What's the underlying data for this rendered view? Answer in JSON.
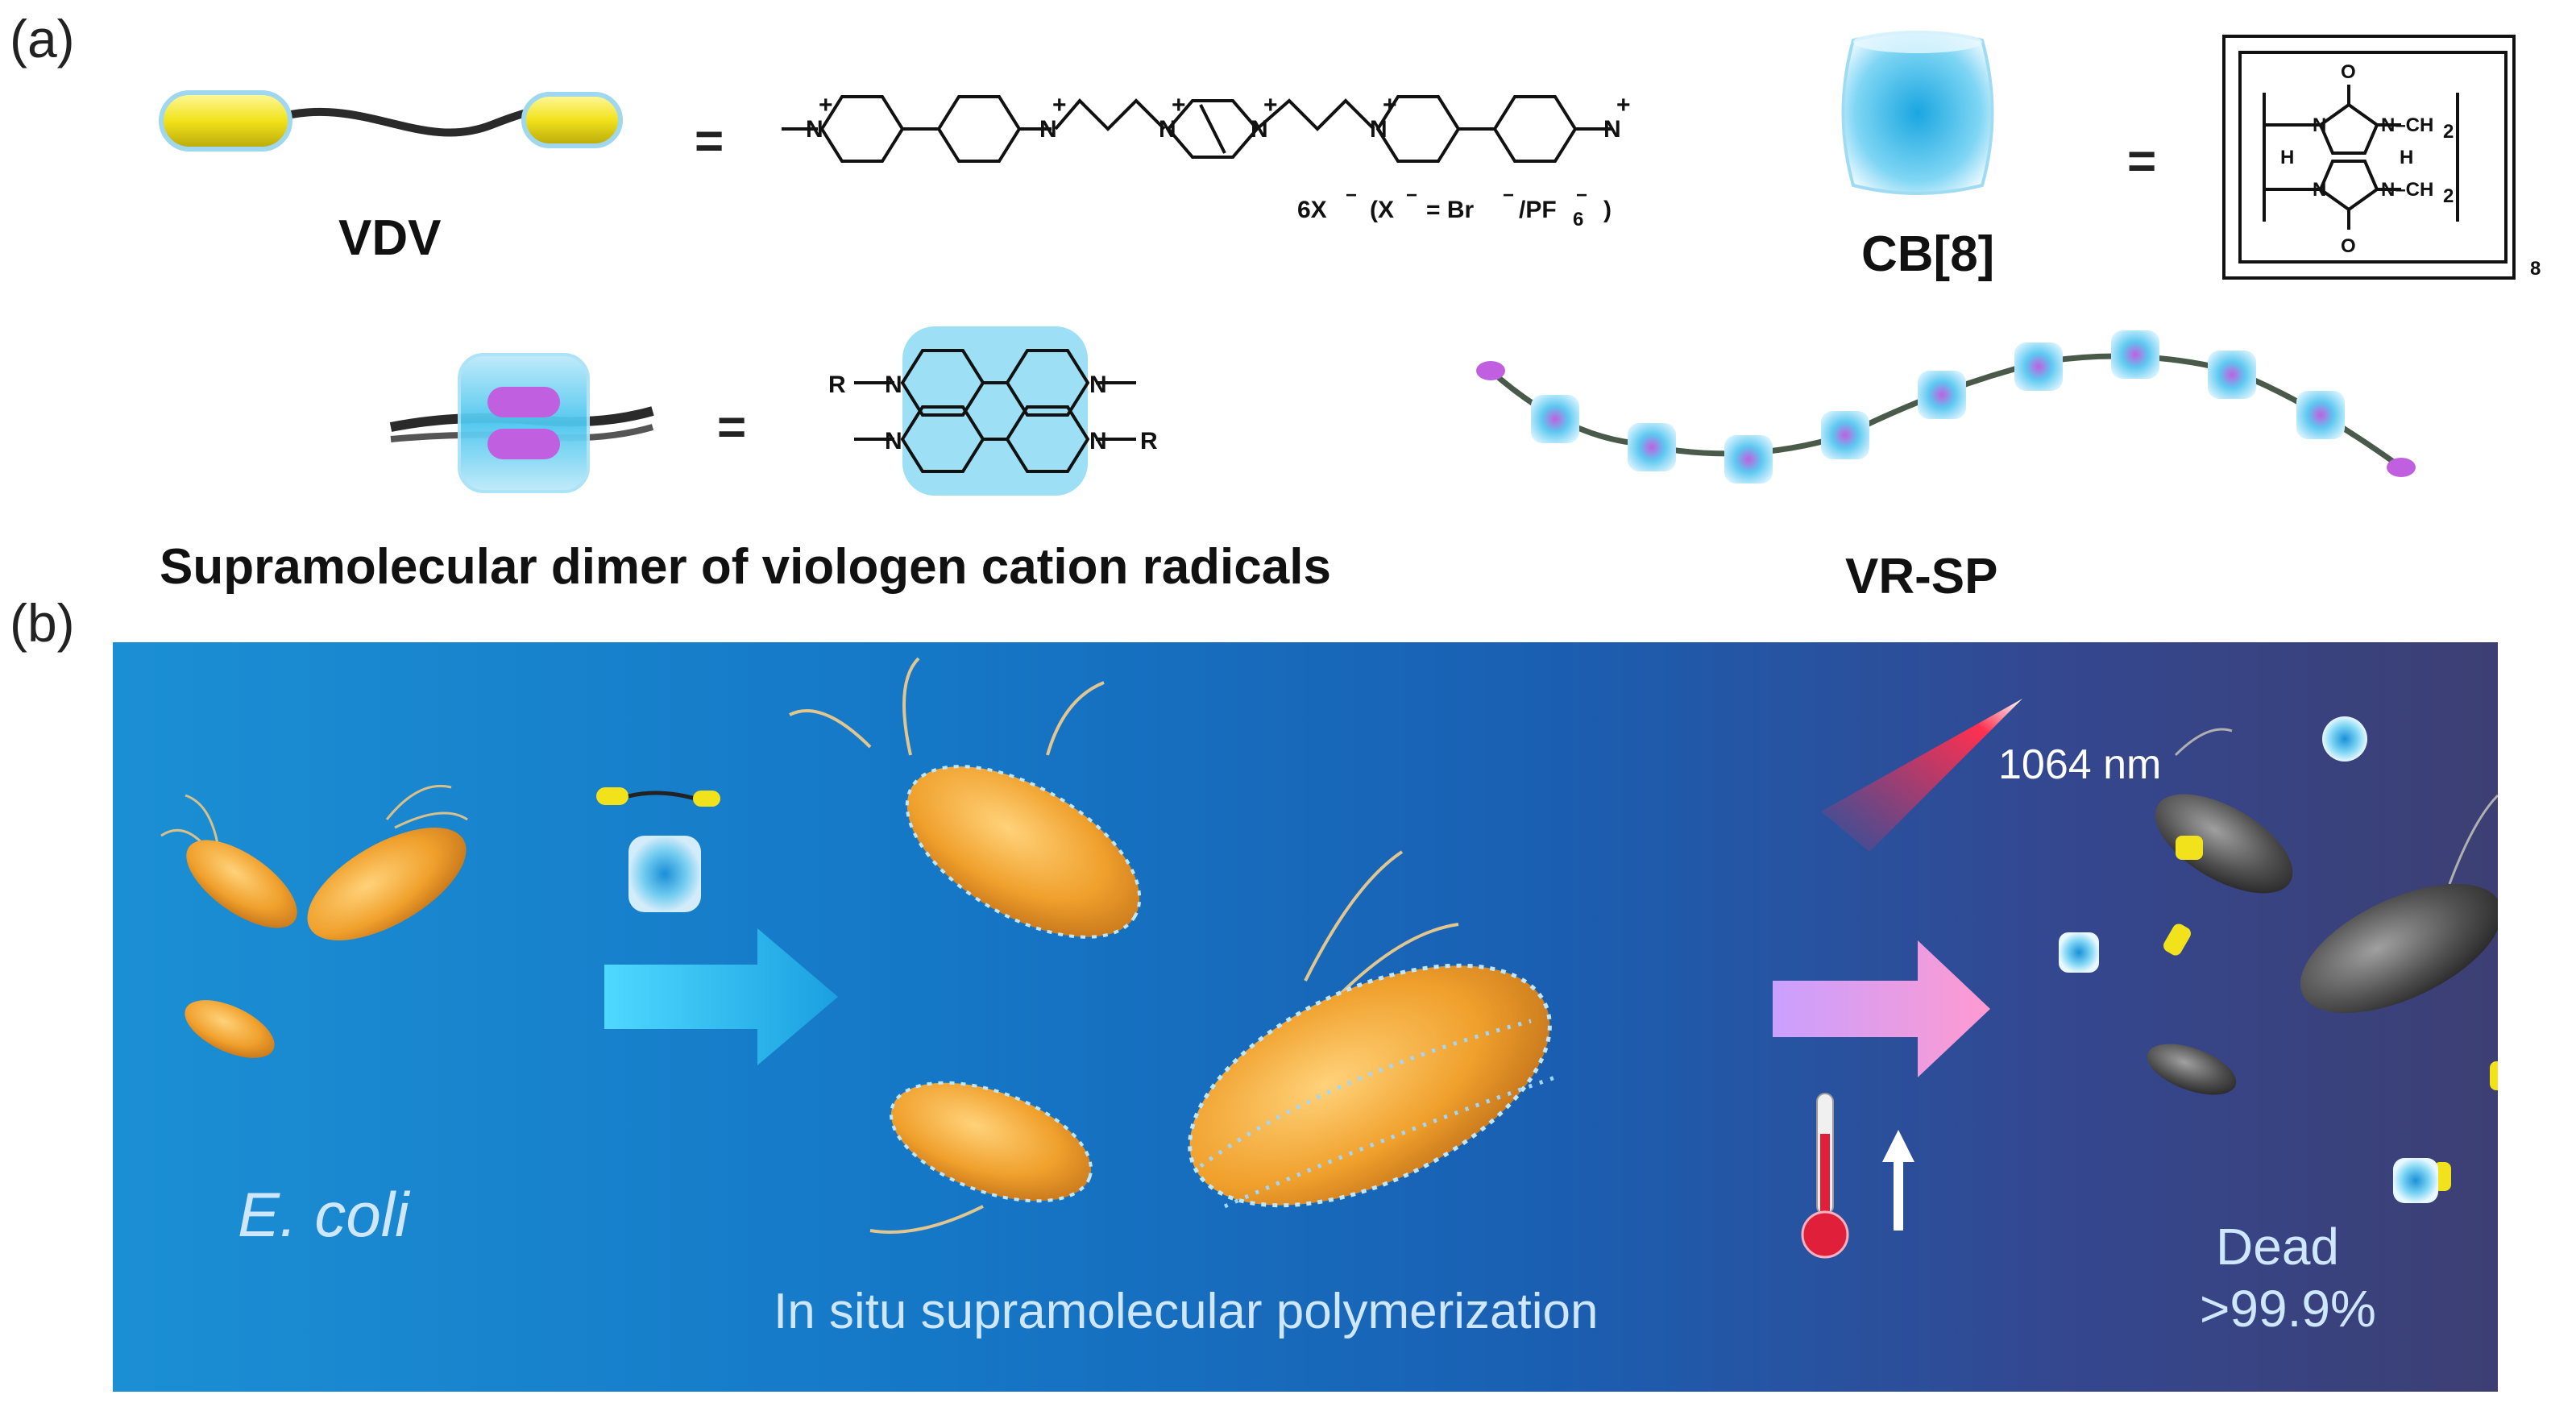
{
  "panel_a": {
    "label": "(a)",
    "vdv": {
      "name": "VDV",
      "equals": "=",
      "counterion": "6X",
      "counterion_note": "(X",
      "counterion_eq": "= Br",
      "counterion_alt": "/PF",
      "counterion_sub": "6",
      "counterion_close": ")"
    },
    "cb8": {
      "name": "CB[8]",
      "equals": "=",
      "repeat": "8",
      "atoms": {
        "o": "O",
        "n": "N",
        "h": "H",
        "ch2": "N–CH",
        "sub2": "2"
      }
    },
    "dimer": {
      "name": "Supramolecular dimer of viologen cation radicals",
      "equals": "=",
      "r": "R",
      "n": "N"
    },
    "polymer": {
      "name": "VR-SP"
    }
  },
  "panel_b": {
    "label": "(b)",
    "bacteria": "E. coli",
    "process": "In situ supramolecular polymerization",
    "laser": "1064 nm",
    "result_line1": "Dead",
    "result_line2": ">99.9%"
  },
  "colors": {
    "vdv_cap": "#f2e21c",
    "cb8_blue": "#3fc0ec",
    "radical_pink": "#c060e0",
    "bacteria_orange": "#f0a02c",
    "dead_gray": "#555555",
    "panel_b_start": "#1b8fd4",
    "panel_b_end": "#3d3f73",
    "laser_red": "#ff2040"
  },
  "icons": [
    "thermometer-icon",
    "up-arrow-icon",
    "laser-beam-icon",
    "process-arrow-icon"
  ]
}
